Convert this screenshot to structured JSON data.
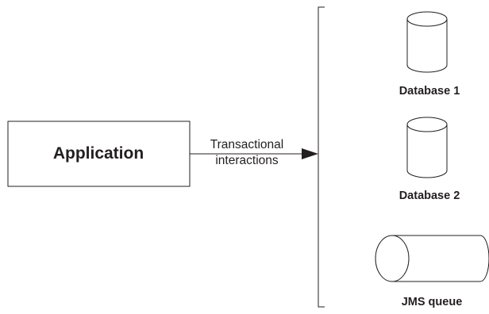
{
  "application": {
    "label": "Application"
  },
  "arrow": {
    "label_line1": "Transactional",
    "label_line2": "interactions"
  },
  "resources": [
    {
      "label": "Database 1"
    },
    {
      "label": "Database 2"
    },
    {
      "label": "JMS queue"
    }
  ]
}
